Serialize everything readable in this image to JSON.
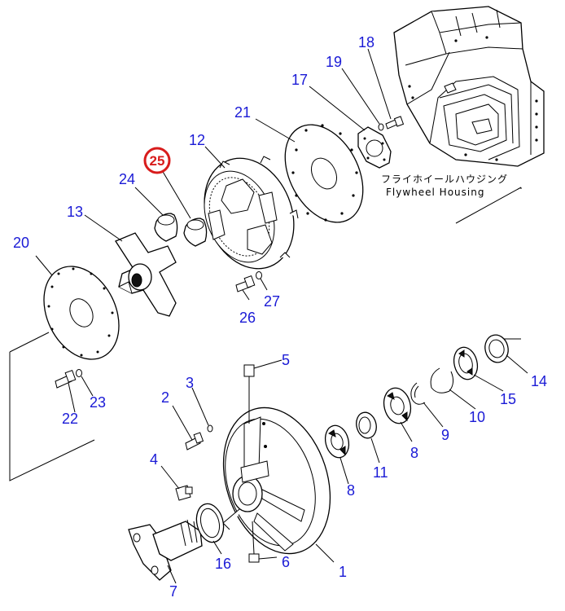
{
  "caption": {
    "japanese": "フライホイールハウジング",
    "english": "Flywheel Housing"
  },
  "highlight": {
    "label": "25",
    "color": "#d81c1c"
  },
  "label_color": "#1a1ad6",
  "callouts": {
    "c1": "1",
    "c2": "2",
    "c3": "3",
    "c4": "4",
    "c5": "5",
    "c6": "6",
    "c7": "7",
    "c8a": "8",
    "c8b": "8",
    "c9": "9",
    "c10": "10",
    "c11": "11",
    "c12": "12",
    "c13": "13",
    "c14": "14",
    "c15": "15",
    "c16": "16",
    "c17": "17",
    "c18": "18",
    "c19": "19",
    "c20": "20",
    "c21": "21",
    "c22": "22",
    "c23": "23",
    "c24": "24",
    "c26": "26",
    "c27": "27"
  }
}
